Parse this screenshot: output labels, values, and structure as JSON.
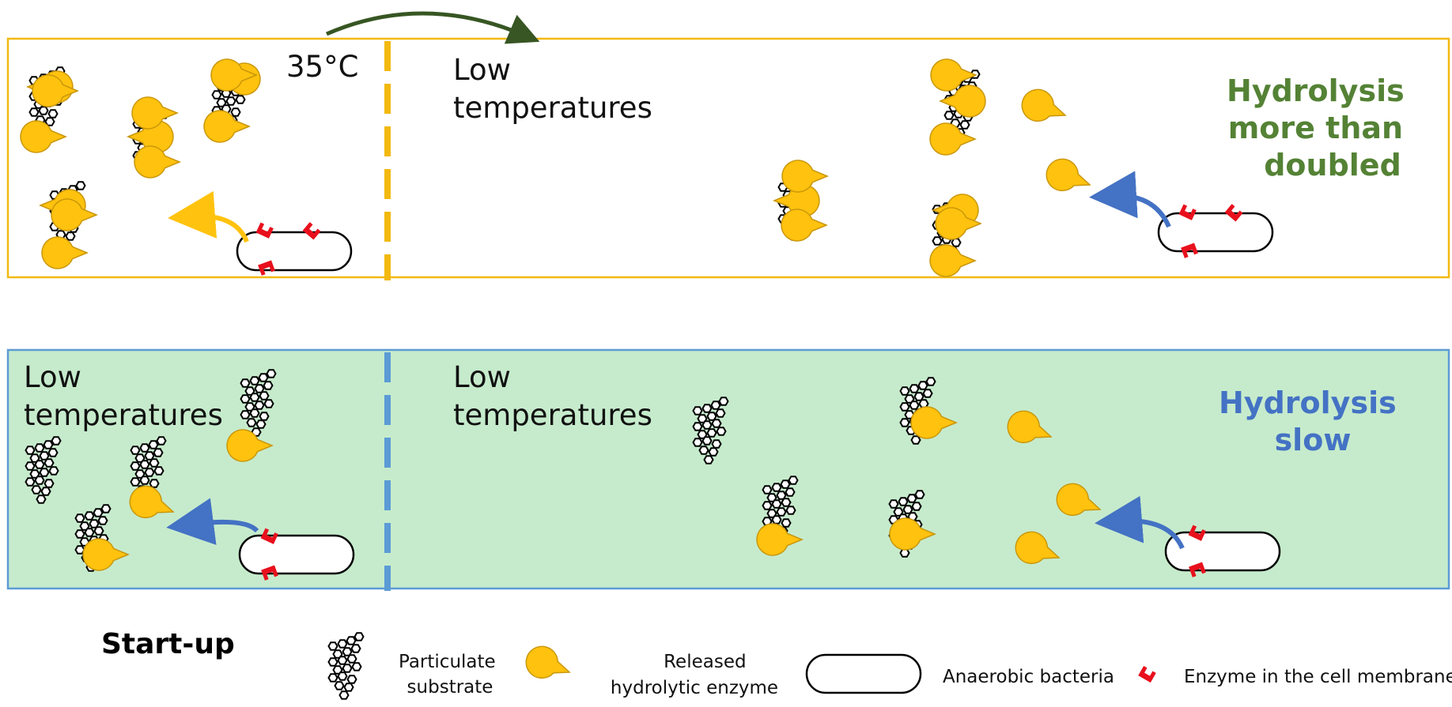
{
  "colors": {
    "top_panel_border": "#f2b90f",
    "bottom_panel_border": "#5b9bd5",
    "bottom_panel_fill": "#c6ebcc",
    "top_result_text": "#548235",
    "bottom_result_text": "#4472c4",
    "enzyme_yellow": "#ffc20e",
    "membrane_enzyme_red": "#e8101c",
    "top_arrow": "#375623",
    "release_arrow_yellow": "#ffc20e",
    "release_arrow_blue": "#4472c4"
  },
  "top_panel": {
    "temp_label": "35°C",
    "left_label": [],
    "right_label": [
      "Low",
      "temperatures"
    ],
    "result": [
      "Hydrolysis",
      "more than",
      "doubled"
    ]
  },
  "bottom_panel": {
    "left_label": [
      "Low",
      "temperatures"
    ],
    "right_label": [
      "Low",
      "temperatures"
    ],
    "result": [
      "Hydrolysis",
      "slow"
    ]
  },
  "legend": {
    "title": "Start-up",
    "items": [
      {
        "icon": "particulate-substrate-icon",
        "label": [
          "Particulate",
          "substrate"
        ]
      },
      {
        "icon": "hydrolytic-enzyme-icon",
        "label": [
          "Released",
          "hydrolytic enzyme"
        ]
      },
      {
        "icon": "anaerobic-bacteria-icon",
        "label": [
          "Anaerobic bacteria"
        ]
      },
      {
        "icon": "membrane-enzyme-icon",
        "label": [
          "Enzyme in the cell membrane"
        ]
      }
    ]
  }
}
